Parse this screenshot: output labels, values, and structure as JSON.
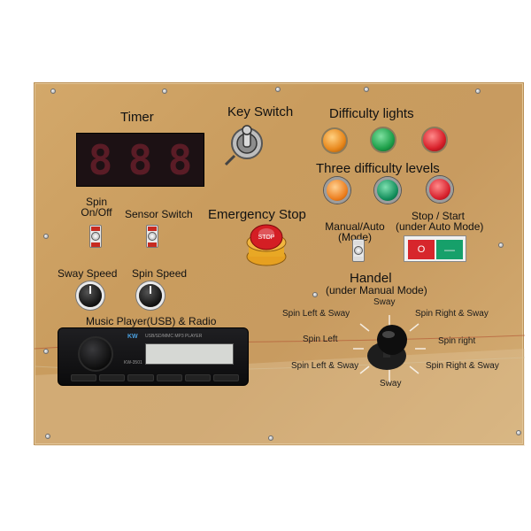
{
  "panel": {
    "labels": {
      "timer": "Timer",
      "key_switch": "Key Switch",
      "difficulty_lights": "Difficulty lights",
      "three_levels": "Three difficulty levels",
      "spin_on_off_1": "Spin",
      "spin_on_off_2": "On/Off",
      "sensor_switch": "Sensor Switch",
      "emergency_stop": "Emergency Stop",
      "manual_auto_1": "Manual/Auto",
      "manual_auto_2": "(Mode)",
      "stop_start_1": "Stop / Start",
      "stop_start_2": "(under Auto Mode)",
      "sway_speed": "Sway Speed",
      "spin_speed": "Spin Speed",
      "handel": "Handel",
      "handel_sub": "(under Manual Mode)",
      "music_player": "Music Player(USB) & Radio"
    },
    "timer_digits": [
      "8",
      "8",
      "8"
    ],
    "estop_text": "STOP",
    "rocker": {
      "off_symbol": "O",
      "on_symbol": "—"
    },
    "player": {
      "brand": "KW",
      "model": "KW-3501",
      "subtitle": "USB/SD/MMC MP3 PLAYER"
    },
    "handel_directions": {
      "up": "Sway",
      "up_left": "Spin Left & Sway",
      "up_right": "Spin Right & Sway",
      "left": "Spin Left",
      "right": "Spin right",
      "down_left": "Spin Left & Sway",
      "down_right": "Spin Right & Sway",
      "down": "Sway"
    },
    "colors": {
      "lamp_1": "#e8881c",
      "lamp_2": "#1ea04a",
      "lamp_3": "#d8202a",
      "panel": "#c99c5e"
    }
  }
}
